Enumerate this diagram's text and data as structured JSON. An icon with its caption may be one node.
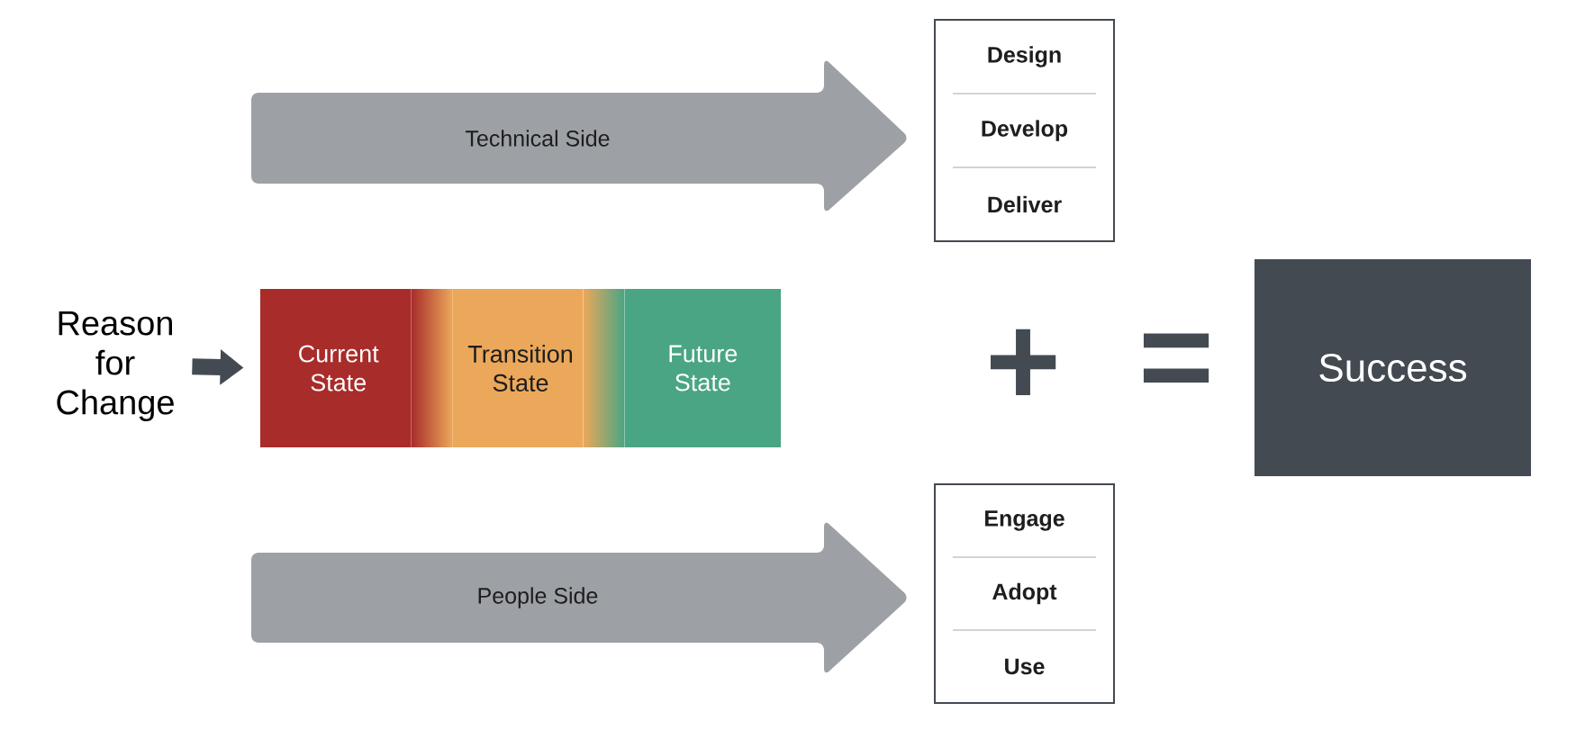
{
  "diagram": {
    "nodes": [
      {
        "text": [
          "Technical Side"
        ]
      },
      {
        "text": [
          "Design",
          "Develop",
          "Deliver"
        ]
      },
      {
        "text": [
          "Reason for Change"
        ]
      },
      {
        "text": [
          "Current State",
          "Transition State",
          "Future State"
        ]
      },
      {
        "text": [
          "Success"
        ]
      },
      {
        "text": [
          "People Side"
        ]
      },
      {
        "text": [
          "Engage",
          "Adopt",
          "Use"
        ]
      }
    ],
    "edges": [
      {
        "from": 2,
        "to": 3,
        "arrow": "to"
      }
    ],
    "labels": [
      "+",
      "="
    ]
  }
}
